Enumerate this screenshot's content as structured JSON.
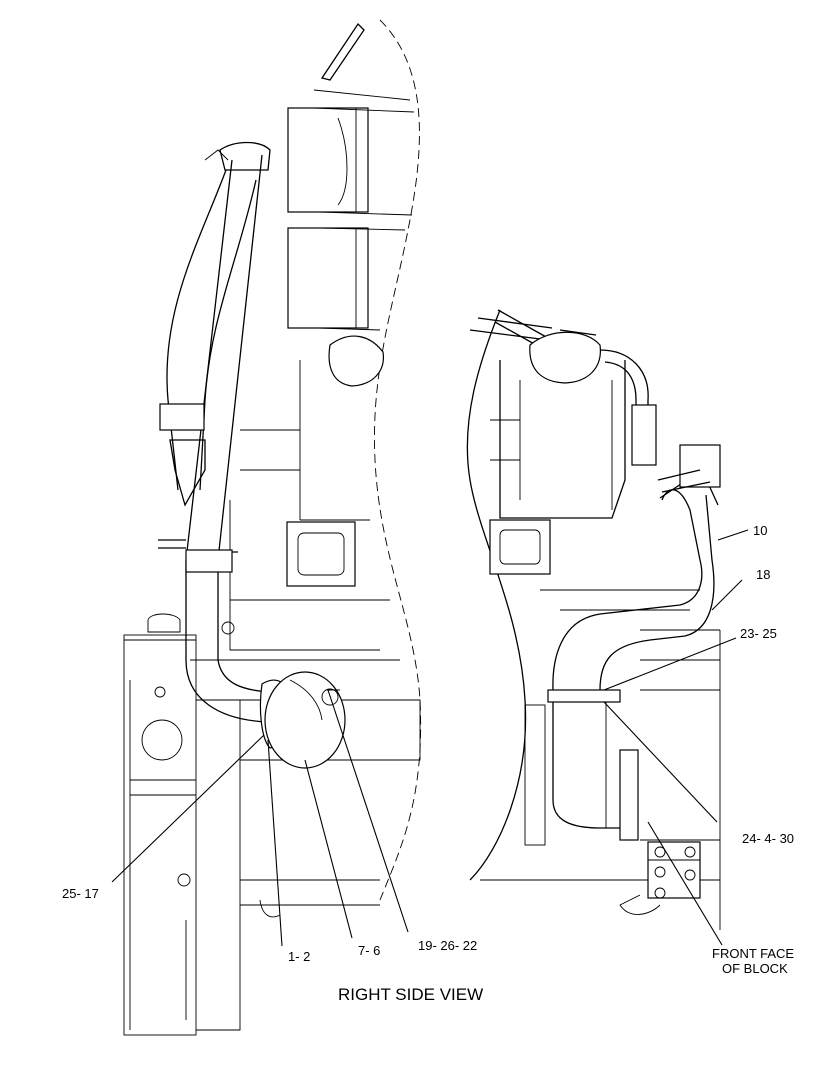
{
  "view_title": "RIGHT SIDE VIEW",
  "callouts": {
    "c10": "10",
    "c18": "18",
    "c23_25": "23- 25",
    "c24_4_30": "24- 4- 30",
    "front_face_line1": "FRONT FACE",
    "front_face_line2": "OF BLOCK",
    "c25_17": "25- 17",
    "c1_2": "1- 2",
    "c7_6": "7- 6",
    "c19_26_22": "19- 26- 22"
  }
}
